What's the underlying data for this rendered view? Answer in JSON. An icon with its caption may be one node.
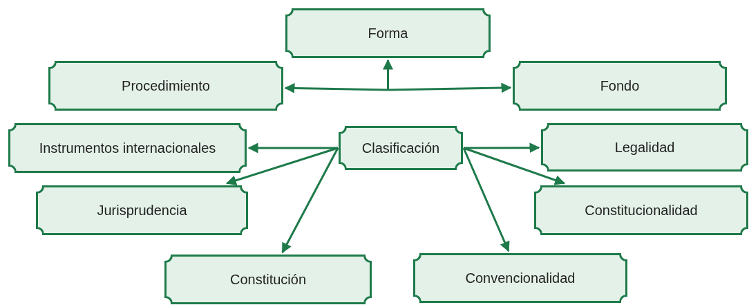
{
  "diagram": {
    "nodes": [
      {
        "text": [
          "Forma"
        ]
      },
      {
        "text": [
          "Procedimiento"
        ]
      },
      {
        "text": [
          "Fondo"
        ]
      },
      {
        "text": [
          "Instrumentos internacionales"
        ]
      },
      {
        "text": [
          "Clasificación"
        ]
      },
      {
        "text": [
          "Legalidad"
        ]
      },
      {
        "text": [
          "Jurisprudencia"
        ]
      },
      {
        "text": [
          "Constitucionalidad"
        ]
      },
      {
        "text": [
          "Constitución"
        ]
      },
      {
        "text": [
          "Convencionalidad"
        ]
      }
    ],
    "edges": [
      {
        "from": null,
        "to": 0,
        "arrow": "to"
      },
      {
        "from": null,
        "to": 1,
        "arrow": "to"
      },
      {
        "from": null,
        "to": 2,
        "arrow": "to"
      },
      {
        "from": 4,
        "to": 3,
        "arrow": "to"
      },
      {
        "from": 4,
        "to": 6,
        "arrow": "to"
      },
      {
        "from": 4,
        "to": 8,
        "arrow": "to"
      },
      {
        "from": 4,
        "to": 5,
        "arrow": "to"
      },
      {
        "from": 4,
        "to": 7,
        "arrow": "to"
      },
      {
        "from": 4,
        "to": 9,
        "arrow": "to"
      }
    ]
  }
}
